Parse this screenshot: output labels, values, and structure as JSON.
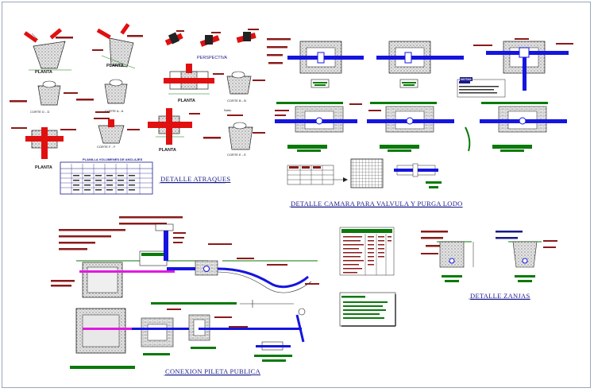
{
  "drawing": {
    "sections": {
      "atraques": "DETALLE ATRAQUES",
      "camara": "DETALLE CAMARA PARA VALVULA Y PURGA LODO",
      "zanjas": "DETALLE ZANJAS",
      "conexion": "CONEXION PILETA PUBLICA"
    },
    "labels": {
      "planta_1": "PLANTA",
      "planta_2": "PLANTA",
      "planta_3": "PLANTA",
      "planta_4": "PLANTA",
      "planta_5": "PLANTA",
      "perspectiva": "PERSPECTIVA",
      "corte_dd": "CORTE D - D",
      "corte_aa": "CORTE A - A",
      "corte_ff": "CORTE F - F",
      "corte_bb": "CORTE B - B",
      "corte_ee": "CORTE E - E",
      "planilla": "PLANILLA VOLUMENES DE ANCLAJES",
      "notas": "NOTAS",
      "nota": "Nota:"
    },
    "colors": {
      "pipe_red": "#e01010",
      "pipe_blue": "#1515e0",
      "label_bar": "#8b1a1a",
      "title_blue": "#1a1a8a",
      "green": "#0a7a0a",
      "magenta": "#e01ae0",
      "concrete": "#c8c8c8"
    }
  }
}
